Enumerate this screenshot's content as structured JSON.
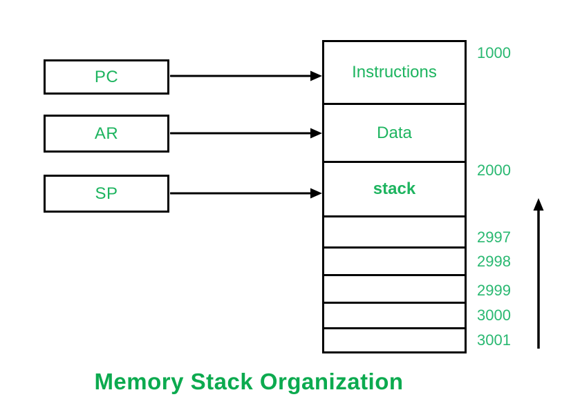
{
  "title": "Memory Stack Organization",
  "registers": [
    {
      "label": "PC"
    },
    {
      "label": "AR"
    },
    {
      "label": "SP"
    }
  ],
  "memory": {
    "cells": [
      {
        "label": "Instructions"
      },
      {
        "label": "Data"
      },
      {
        "label": "stack"
      },
      {
        "label": ""
      },
      {
        "label": ""
      },
      {
        "label": ""
      },
      {
        "label": ""
      },
      {
        "label": ""
      }
    ],
    "addresses": [
      "1000",
      "2000",
      "2997",
      "2998",
      "2999",
      "3000",
      "3001"
    ]
  },
  "icons": {
    "pc_arrow": "right-arrow",
    "ar_arrow": "right-arrow",
    "sp_arrow": "right-arrow",
    "growth_arrow": "up-arrow"
  },
  "colors": {
    "register_text_green": "#1db45f",
    "address_text_green": "#29b871",
    "title_green": "#0caa4f",
    "line_black": "#000000",
    "background": "#ffffff"
  }
}
